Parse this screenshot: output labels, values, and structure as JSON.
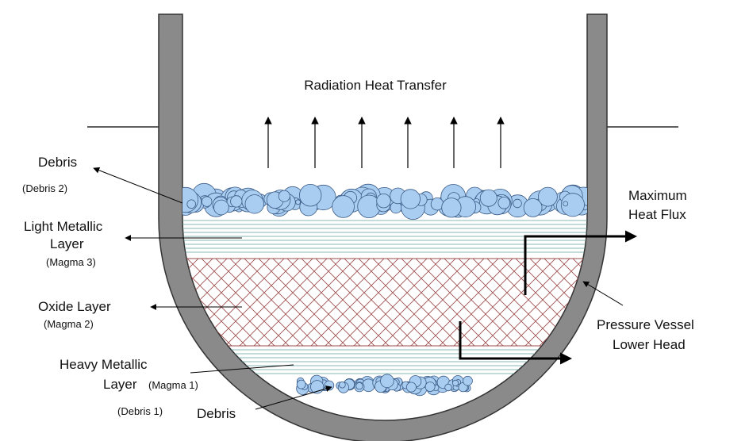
{
  "title": "Radiation Heat Transfer",
  "labels": {
    "debris_top": "Debris",
    "debris_top_sub": "(Debris 2)",
    "light_metal_1": "Light Metallic",
    "light_metal_2": "Layer",
    "light_metal_sub": "(Magma 3)",
    "oxide": "Oxide Layer",
    "oxide_sub": "(Magma 2)",
    "heavy_metal_1": "Heavy Metallic",
    "heavy_metal_2": "Layer",
    "heavy_metal_sub": "(Magma 1)",
    "debris_bottom_sub": "(Debris 1)",
    "debris_bottom": "Debris",
    "max_flux_1": "Maximum",
    "max_flux_2": "Heat Flux",
    "vessel_1": "Pressure Vessel",
    "vessel_2": "Lower Head"
  },
  "colors": {
    "vessel_wall": "#8a8a8a",
    "debris_fill": "#a9cdf0",
    "debris_stroke": "#3a5a86",
    "light_metal_lines": "#5fa39a",
    "oxide_hatch": "#9a4a4a",
    "heavy_metal_lines": "#5fa39a"
  }
}
